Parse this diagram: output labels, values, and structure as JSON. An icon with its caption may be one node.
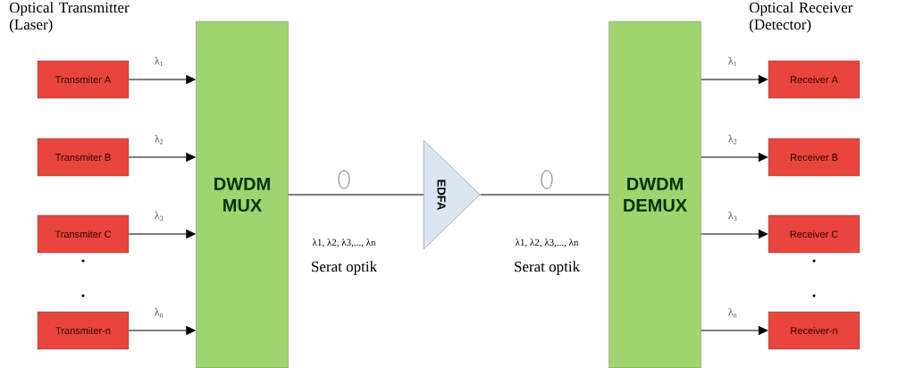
{
  "diagram": {
    "nodes": [
      {
        "text": [
          "Transmiter A"
        ]
      },
      {
        "text": [
          "Transmiter B"
        ]
      },
      {
        "text": [
          "Transmiter C"
        ]
      },
      {
        "text": [
          "Transmiter-n"
        ]
      },
      {
        "text": [
          "DWDM MUX"
        ]
      },
      {
        "text": [
          "EDFA"
        ]
      },
      {
        "text": [
          "DWDM DEMUX"
        ]
      },
      {
        "text": [
          "Receiver A"
        ]
      },
      {
        "text": [
          "Receiver B"
        ]
      },
      {
        "text": [
          "Receiver C"
        ]
      },
      {
        "text": [
          "Receiver-n"
        ]
      }
    ],
    "edges": [
      {
        "from": 0,
        "to": 4,
        "arrow": "to",
        "label": "λ$_{1}$"
      },
      {
        "from": 1,
        "to": 4,
        "arrow": "to",
        "label": "λ$_{2}$"
      },
      {
        "from": 2,
        "to": 4,
        "arrow": "to",
        "label": "λ$_{3}$"
      },
      {
        "from": 3,
        "to": 4,
        "arrow": "to",
        "label": "λ$_{n}$"
      },
      {
        "from": 4,
        "to": 5,
        "arrow": "none",
        "label": "λ1, λ2, λ3,..., λn"
      },
      {
        "from": 5,
        "to": 6,
        "arrow": "none",
        "label": "λ1, λ2, λ3,..., λn"
      },
      {
        "from": 6,
        "to": 7,
        "arrow": "to",
        "label": "λ$_{1}$"
      },
      {
        "from": 6,
        "to": 8,
        "arrow": "to",
        "label": "λ$_{2}$"
      },
      {
        "from": 6,
        "to": 9,
        "arrow": "to",
        "label": "λ$_{3}$"
      },
      {
        "from": 6,
        "to": 10,
        "arrow": "to",
        "label": "λ$_{n}$"
      }
    ],
    "labels": [
      "Optical Transmitter (Laser)",
      "Optical Receiver (Detector)",
      "Serat optik",
      "Serat optik"
    ]
  }
}
